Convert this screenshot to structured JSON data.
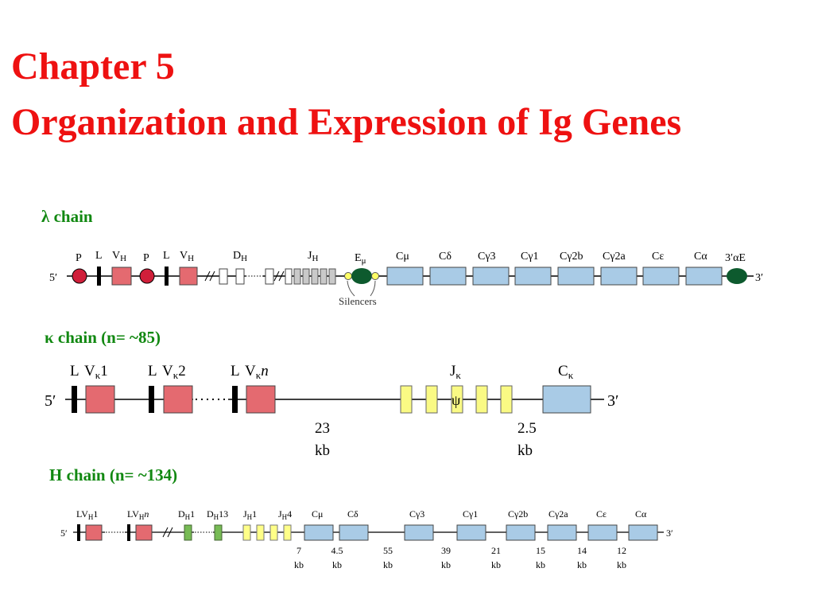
{
  "title": {
    "chapter": "Chapter  5",
    "subtitle": "Organization and Expression of Ig Genes"
  },
  "sections": {
    "lambda": {
      "label": "λ chain"
    },
    "kappa": {
      "label": "κ chain (n= ~85)"
    },
    "heavy": {
      "label": "H chain (n= ~134)"
    }
  },
  "lambda_diagram": {
    "end5": "5′",
    "end3": "3′",
    "labels": {
      "p1": "P",
      "l1": "L",
      "v1": "V",
      "v1sub": "H",
      "p2": "P",
      "l2": "L",
      "v2": "V",
      "v2sub": "H",
      "d": "D",
      "dsub": "H",
      "j": "J",
      "jsub": "H",
      "e": "E",
      "esub": "μ",
      "cmu": "Cμ",
      "cdelta": "Cδ",
      "cg3": "Cγ3",
      "cg1": "Cγ1",
      "cg2b": "Cγ2b",
      "cg2a": "Cγ2a",
      "ceps": "Cε",
      "calpha": "Cα",
      "e3": "3′αE",
      "silencers": "Silencers"
    }
  },
  "kappa_diagram": {
    "end5": "5′",
    "end3": "3′",
    "labels": {
      "l1": "L",
      "v1": "V",
      "v1sub": "κ",
      "v1num": "1",
      "l2": "L",
      "v2": "V",
      "v2sub": "κ",
      "v2num": "2",
      "l3": "L",
      "v3": "V",
      "v3sub": "κ",
      "v3num": "n",
      "j": "J",
      "jsub": "κ",
      "psi": "ψ",
      "c": "C",
      "csub": "κ"
    },
    "distances": [
      {
        "value": "23",
        "unit": "kb"
      },
      {
        "value": "2.5",
        "unit": "kb"
      }
    ]
  },
  "heavy_diagram": {
    "end5": "5′",
    "end3": "3′",
    "labels": {
      "lv1": "LV",
      "lv1sub": "H",
      "lv1num": "1",
      "lvn": "LV",
      "lvnsub": "H",
      "lvnnum": "n",
      "d1": "D",
      "d1sub": "H",
      "d1num": "1",
      "d13": "D",
      "d13sub": "H",
      "d13num": "13",
      "j1": "J",
      "j1sub": "H",
      "j1num": "1",
      "j4": "J",
      "j4sub": "H",
      "j4num": "4",
      "cmu": "Cμ",
      "cdelta": "Cδ",
      "cg3": "Cγ3",
      "cg1": "Cγ1",
      "cg2b": "Cγ2b",
      "cg2a": "Cγ2a",
      "ceps": "Cε",
      "calpha": "Cα"
    },
    "distances": [
      {
        "value": "7",
        "unit": "kb"
      },
      {
        "value": "4.5",
        "unit": "kb"
      },
      {
        "value": "55",
        "unit": "kb"
      },
      {
        "value": "39",
        "unit": "kb"
      },
      {
        "value": "21",
        "unit": "kb"
      },
      {
        "value": "15",
        "unit": "kb"
      },
      {
        "value": "14",
        "unit": "kb"
      },
      {
        "value": "12",
        "unit": "kb"
      }
    ]
  },
  "colors": {
    "title": "#ee1111",
    "section": "#118811",
    "v_segment": "#e46a70",
    "c_segment": "#a9cbe6",
    "j_kappa": "#fafa84",
    "j_heavy": "#ffff88",
    "d_heavy": "#77bb55",
    "promoter": "#d01f3a",
    "enhancer": "#0d5a2e",
    "silencer": "#ffff66"
  }
}
